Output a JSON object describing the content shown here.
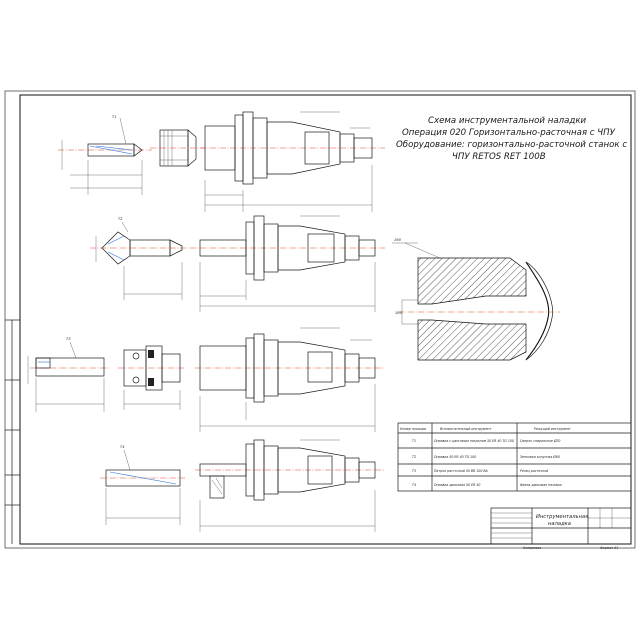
{
  "header": {
    "lines": [
      "Схема инструментальной наладки",
      "Операция 020 Горизонтально-расточная с ЧПУ",
      "Оборудование: горизонтально-расточной станок с",
      "ЧПУ RETOS RET 100В"
    ]
  },
  "tool_table": {
    "headers": [
      "Номер позиции",
      "Вспомогательный инструмент",
      "Режущий инструмент"
    ],
    "rows": [
      {
        "pos": "Т1",
        "aux": "Оправка с цанговым патроном 50 ER 40 TG 100",
        "cut": "Сверло спиральное Ø20"
      },
      {
        "pos": "Т2",
        "aux": "Оправка 50 ER 40 TG 100",
        "cut": "Зенковка конусная Ø60"
      },
      {
        "pos": "Т3",
        "aux": "Патрон расточной 50 BB 100 BA",
        "cut": "Резец расточной"
      },
      {
        "pos": "Т4",
        "aux": "Оправка дисковая 50 ER 40",
        "cut": "Фреза дисковая пазовая"
      }
    ]
  },
  "stamp": {
    "title_line1": "Инструментальная",
    "title_line2": "наладка",
    "bottom_left": "Копировал",
    "bottom_right": "Формат А1"
  },
  "labels": {
    "t1": "Т1",
    "t2": "Т2",
    "t3": "Т3",
    "t4": "Т4",
    "dim_190": "190",
    "dim_105": "105"
  }
}
